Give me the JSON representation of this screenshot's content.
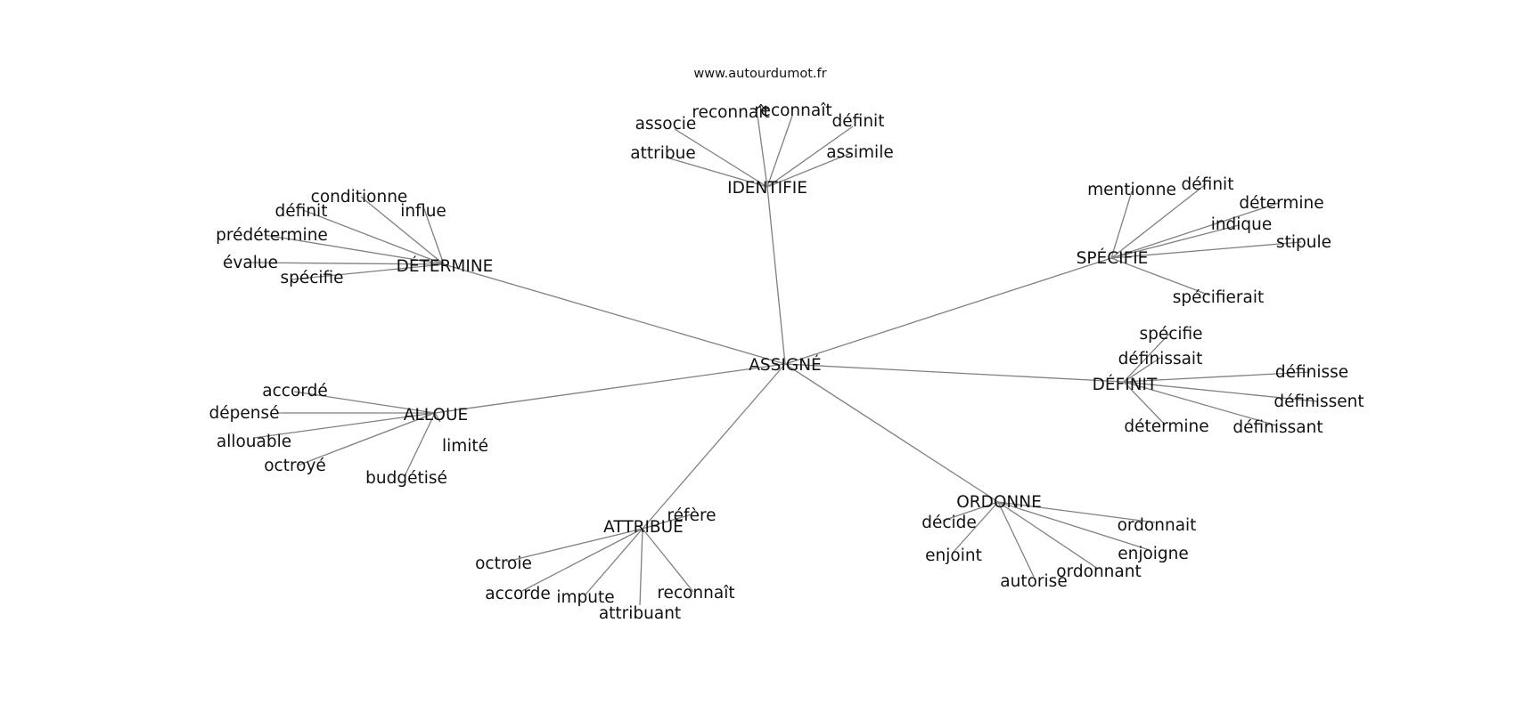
{
  "source": "www.autourdumot.fr",
  "center": "ASSIGNÉ",
  "clusters": [
    {
      "hub": "IDENTIFIE",
      "leaves": [
        "associe",
        "reconnaît",
        "reconnaît",
        "définit",
        "attribue",
        "assimile"
      ]
    },
    {
      "hub": "SPÉCIFIE",
      "leaves": [
        "mentionne",
        "définit",
        "détermine",
        "indique",
        "stipule",
        "spécifierait"
      ]
    },
    {
      "hub": "DÉFINIT",
      "leaves": [
        "spécifie",
        "définissait",
        "définisse",
        "définissent",
        "détermine",
        "définissant"
      ]
    },
    {
      "hub": "ORDONNE",
      "leaves": [
        "décide",
        "enjoint",
        "autorise",
        "ordonnant",
        "enjoigne",
        "ordonnait"
      ]
    },
    {
      "hub": "ATTRIBUE",
      "leaves": [
        "réfère",
        "octroie",
        "accorde",
        "impute",
        "attribuant",
        "reconnaît"
      ]
    },
    {
      "hub": "ALLOUE",
      "leaves": [
        "accordé",
        "dépensé",
        "allouable",
        "octroyé",
        "budgétisé",
        "limité"
      ]
    },
    {
      "hub": "DÉTERMINE",
      "leaves": [
        "conditionne",
        "définit",
        "influe",
        "prédétermine",
        "évalue",
        "spécifie"
      ]
    }
  ]
}
